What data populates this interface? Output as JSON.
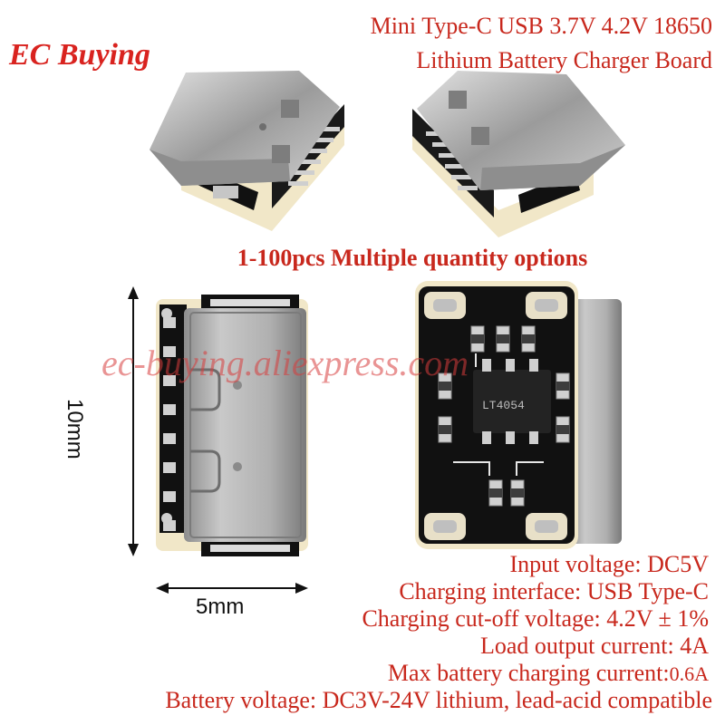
{
  "brand": "EC Buying",
  "title": {
    "line1": "Mini Type-C USB 3.7V 4.2V 18650",
    "line2": "Lithium Battery Charger Board"
  },
  "quantity_note": "1-100pcs Multiple quantity options",
  "watermark": "ec-buying.aliexpress.com",
  "dimensions": {
    "height": "10mm",
    "width": "5mm"
  },
  "chip_marking": "LT4054",
  "specs": {
    "input_voltage": "Input voltage: DC5V",
    "charging_interface": "Charging interface: USB Type-C",
    "cutoff_voltage": "Charging cut-off voltage: 4.2V ± 1%",
    "load_current": "Load output current: 4A",
    "max_charging_current_label": "Max battery charging current:",
    "max_charging_current_value": "0.6A",
    "battery_voltage": "Battery voltage: DC3V-24V lithium, lead-acid compatible"
  },
  "colors": {
    "accent_red": "#c8281d",
    "pcb": "#111111",
    "metal": "#a9a9a9"
  }
}
